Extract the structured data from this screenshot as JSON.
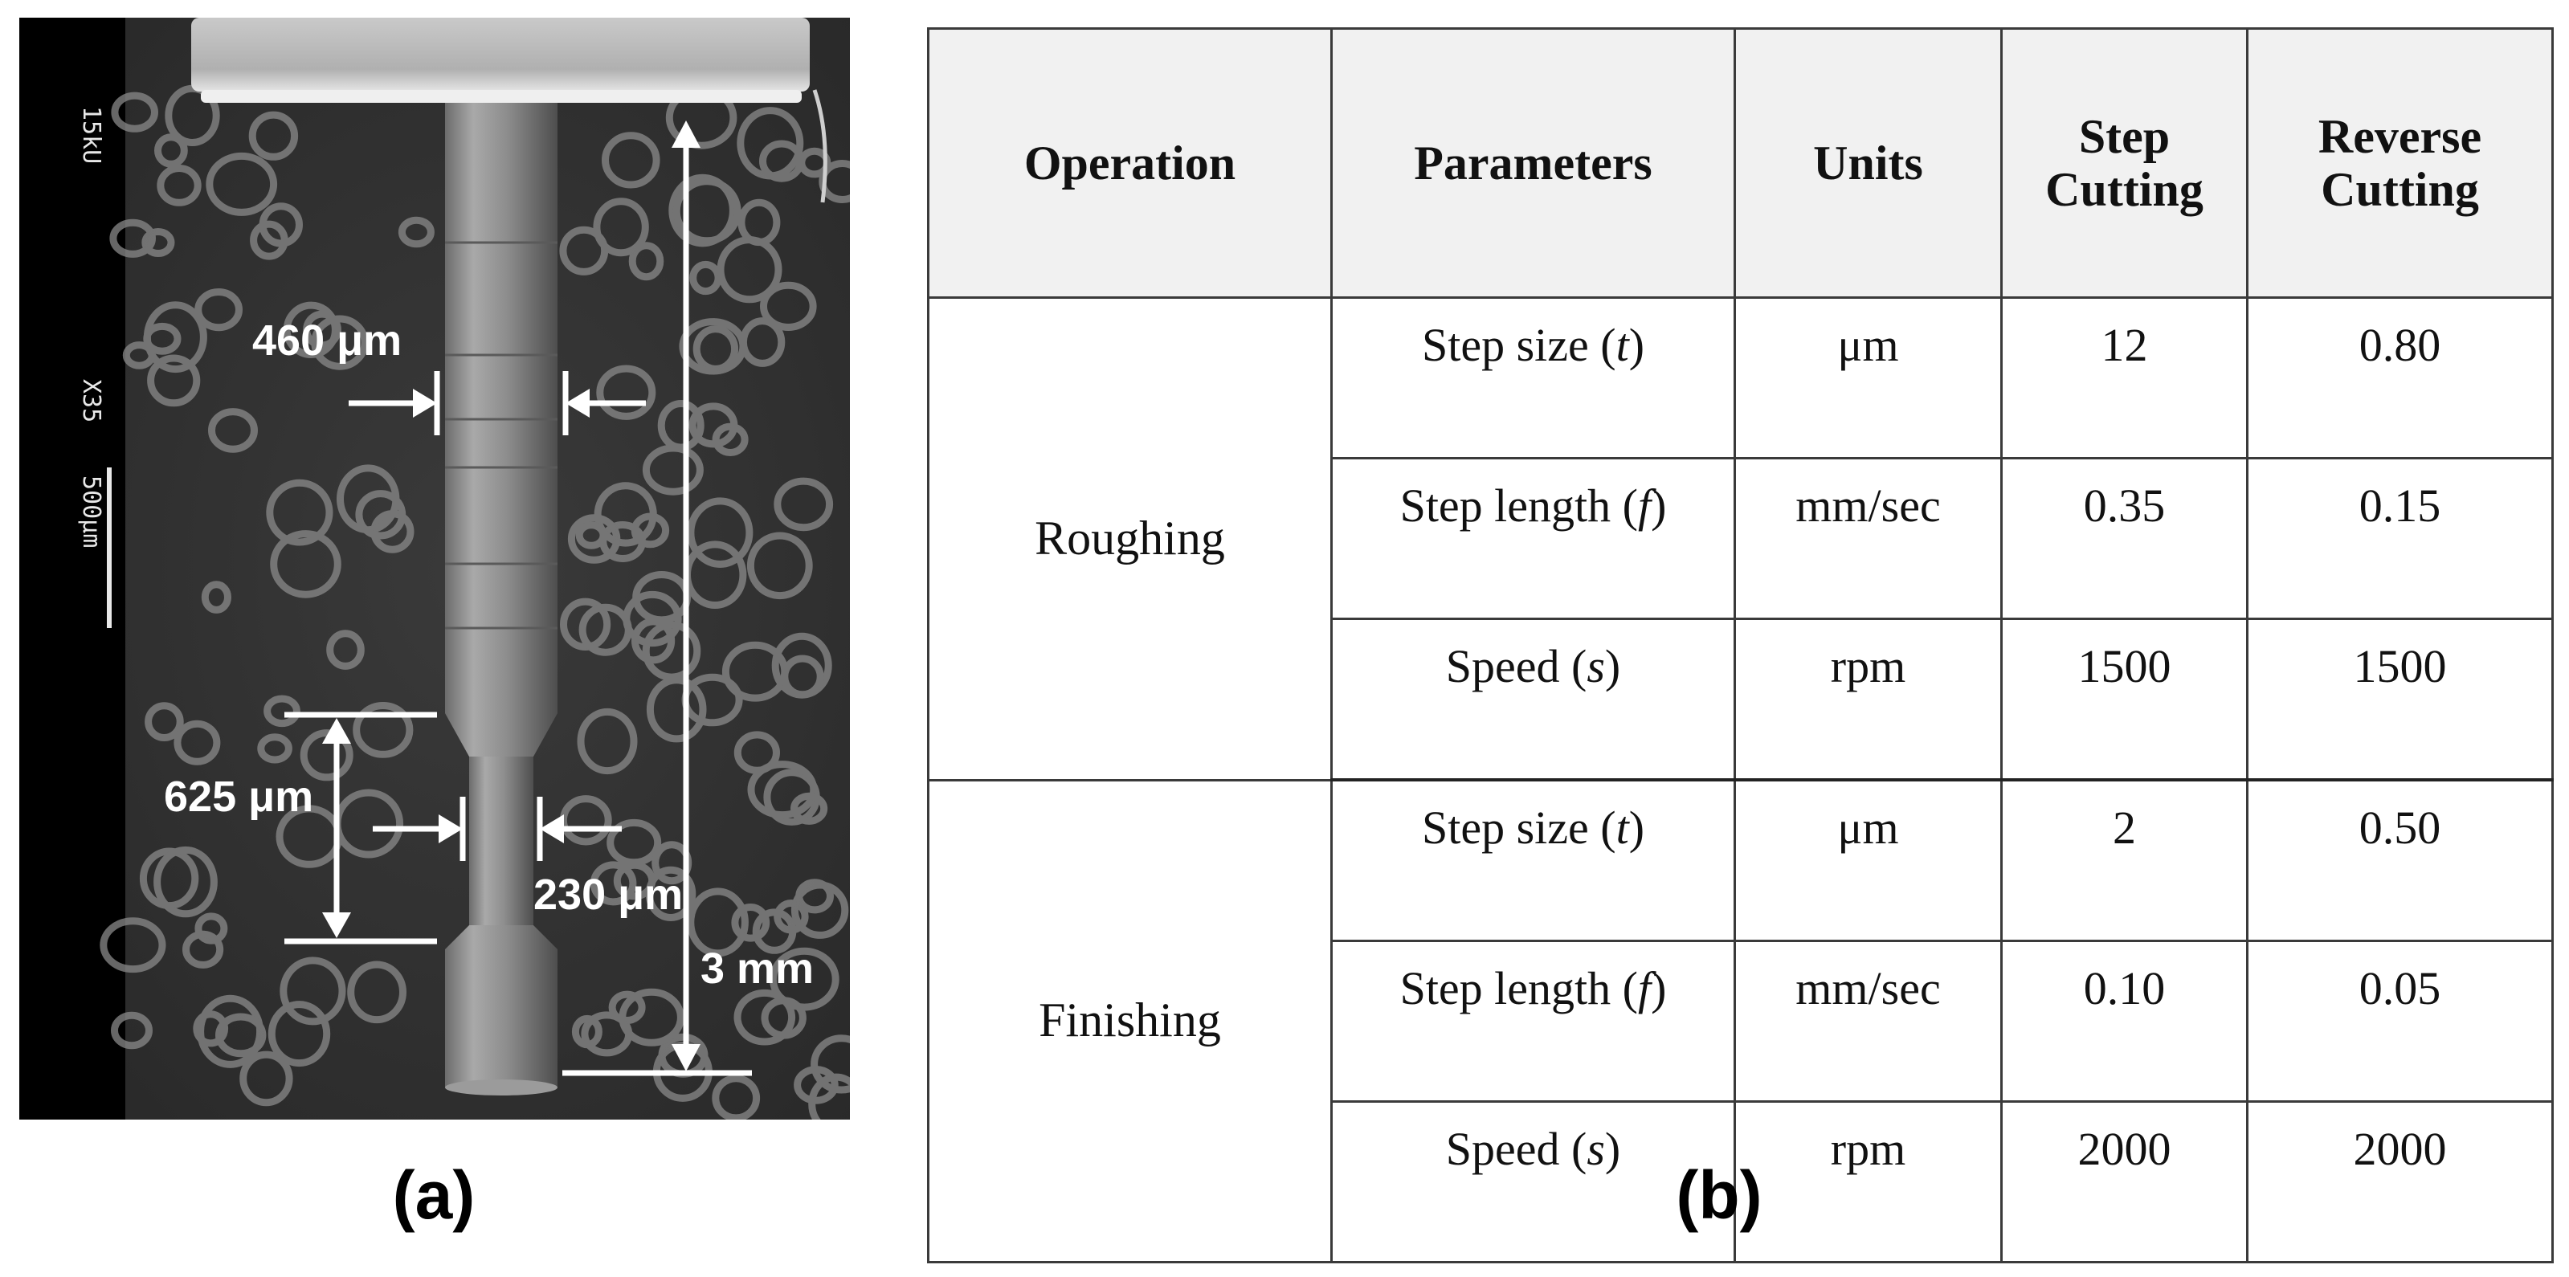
{
  "sem": {
    "side_text": [
      "15kU",
      "X35",
      "500μm"
    ],
    "annotations": {
      "d_460": "460 μm",
      "l_625": "625 μm",
      "d_230": "230 μm",
      "l_3mm": "3 mm"
    }
  },
  "captions": {
    "a": "(a)",
    "b": "(b)"
  },
  "table": {
    "headers": {
      "operation": "Operation",
      "parameters": "Parameters",
      "units": "Units",
      "step_cutting_1": "Step",
      "step_cutting_2": "Cutting",
      "reverse_cutting_1": "Reverse",
      "reverse_cutting_2": "Cutting"
    },
    "roughing": {
      "operation": "Roughing",
      "rows": [
        {
          "param": "Step size (",
          "sym": "t",
          "close": ")",
          "unit": "μm",
          "step": "12",
          "reverse": "0.80"
        },
        {
          "param": "Step length (",
          "sym": "f",
          "close": ")",
          "unit": "mm/sec",
          "step": "0.35",
          "reverse": "0.15"
        },
        {
          "param": "Speed (",
          "sym": "s",
          "close": ")",
          "unit": "rpm",
          "step": "1500",
          "reverse": "1500"
        }
      ]
    },
    "finishing": {
      "operation": "Finishing",
      "rows": [
        {
          "param": "Step size (",
          "sym": "t",
          "close": ")",
          "unit": "μm",
          "step": "2",
          "reverse": "0.50"
        },
        {
          "param": "Step length (",
          "sym": "f",
          "close": ")",
          "unit": "mm/sec",
          "step": "0.10",
          "reverse": "0.05"
        },
        {
          "param": "Speed (",
          "sym": "s",
          "close": ")",
          "unit": "rpm",
          "step": "2000",
          "reverse": "2000"
        }
      ]
    }
  }
}
